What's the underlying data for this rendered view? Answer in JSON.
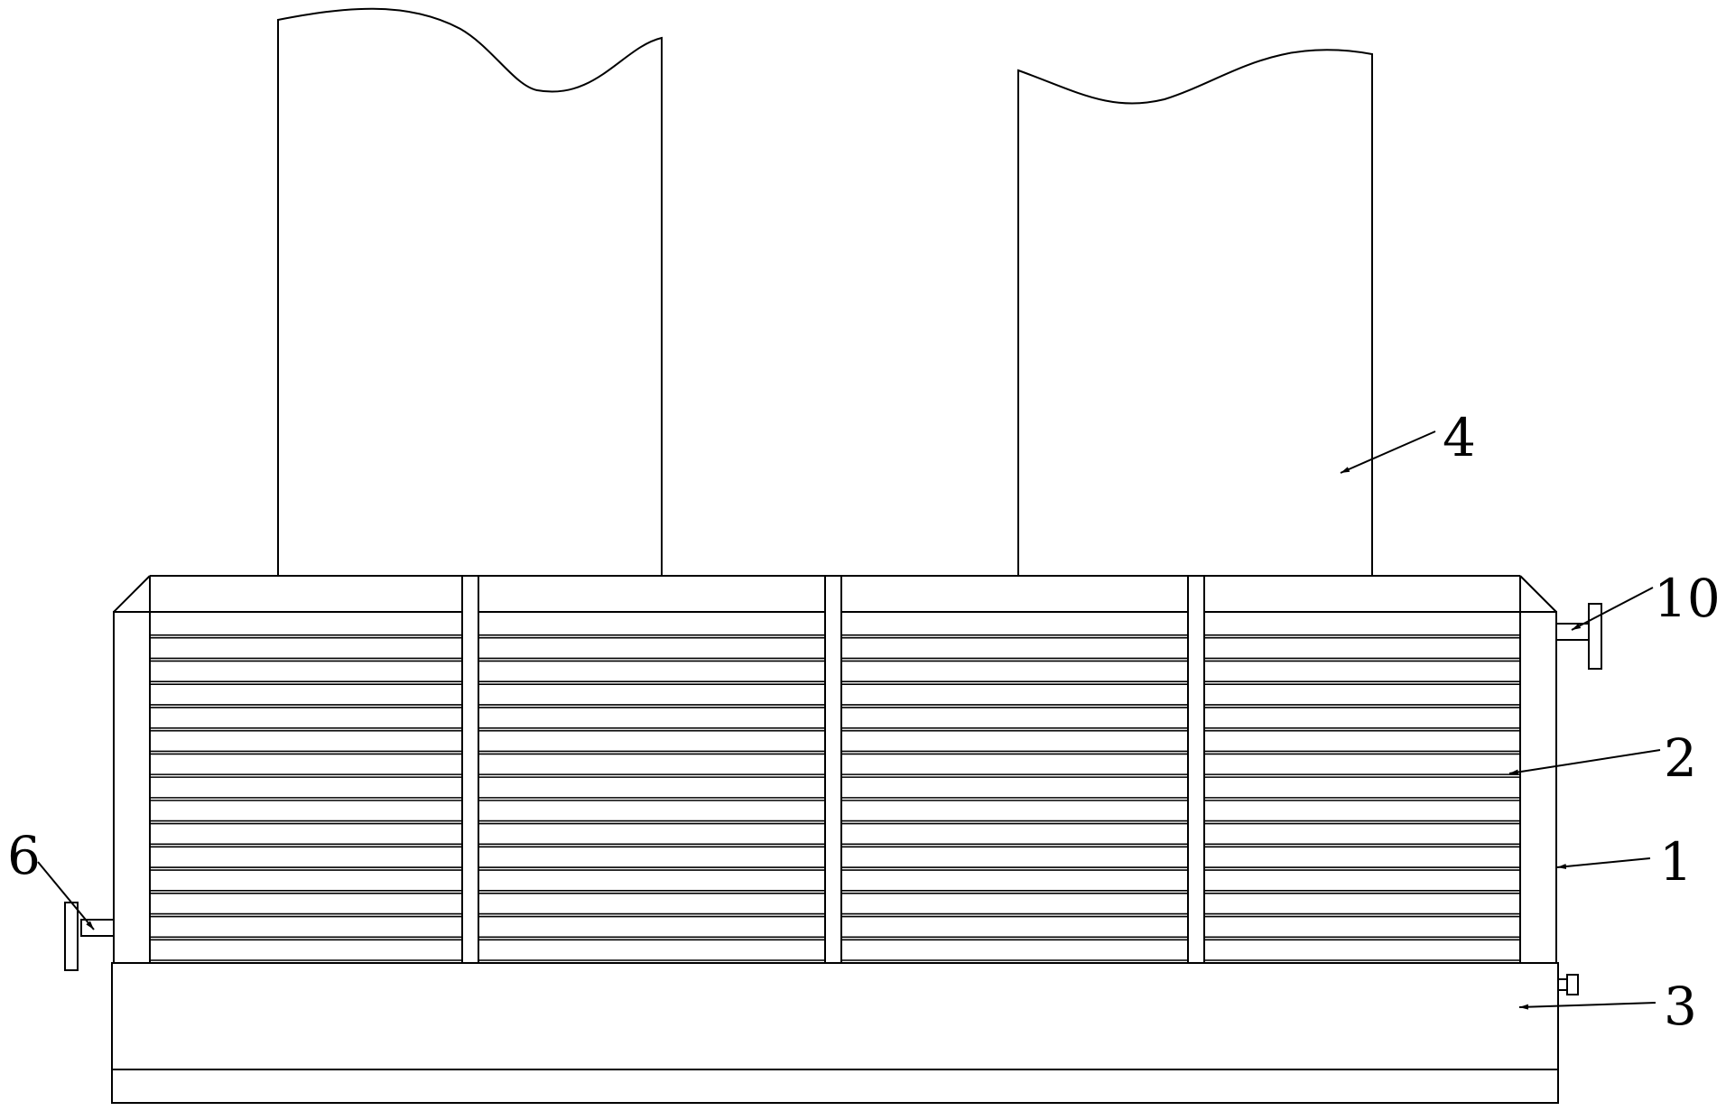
{
  "diagram": {
    "labels": {
      "l1": "1",
      "l2": "2",
      "l3": "3",
      "l4": "4",
      "l6": "6",
      "l10": "10"
    },
    "slat_count": 15
  }
}
